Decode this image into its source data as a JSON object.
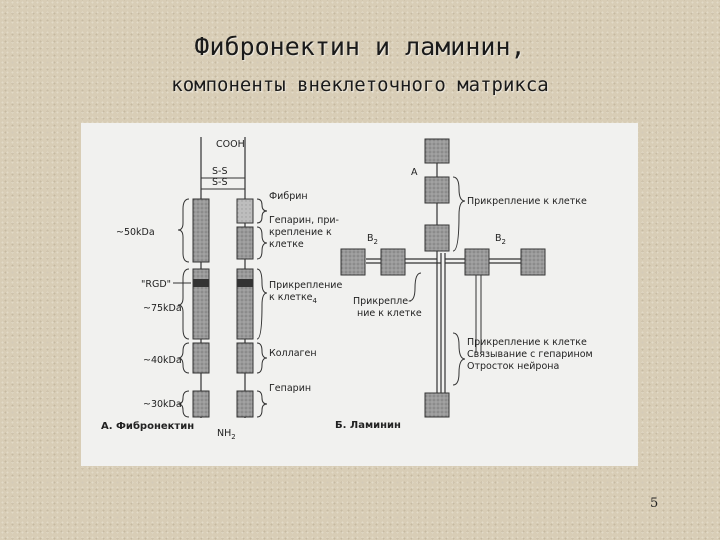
{
  "title": "Фибронектин и ламинин,",
  "subtitle": "компоненты внеклеточного матрикса",
  "figure": {
    "fibronectin": {
      "cooh": "COOH",
      "ss1": "S-S",
      "ss2": "S-S",
      "nh2": "NH",
      "nh2_sub": "2",
      "kda_50": "~50kDa",
      "rgd": "\"RGD\"",
      "kda_75": "~75kDa",
      "kda_40": "~40kDa",
      "kda_30": "~30kDa",
      "label_fibrin": "Фибрин",
      "label_heparin_cell_1": "Гепарин, при-",
      "label_heparin_cell_2": "крепление к",
      "label_heparin_cell_3": "клетке",
      "label_cell_1": "Прикрепление",
      "label_cell_2": "к клетке",
      "label_cell_sub": "4",
      "label_collagen": "Коллаген",
      "label_heparin": "Гепарин",
      "caption": "А. Фибронектин"
    },
    "laminin": {
      "a_label": "A",
      "b2_left": "B",
      "b2_left_sub": "2",
      "b2_right": "B",
      "b2_right_sub": "2",
      "label_cell_top": "Прикрепление к клетке",
      "label_mid_1": "Прикрепле-",
      "label_mid_2": "ние к клетке",
      "label_bottom_1": "Прикрепление к клетке",
      "label_bottom_2": "Связывание с гепарином",
      "label_bottom_3": "Отросток нейрона",
      "caption": "Б. Ламинин"
    }
  },
  "page_number": "5"
}
